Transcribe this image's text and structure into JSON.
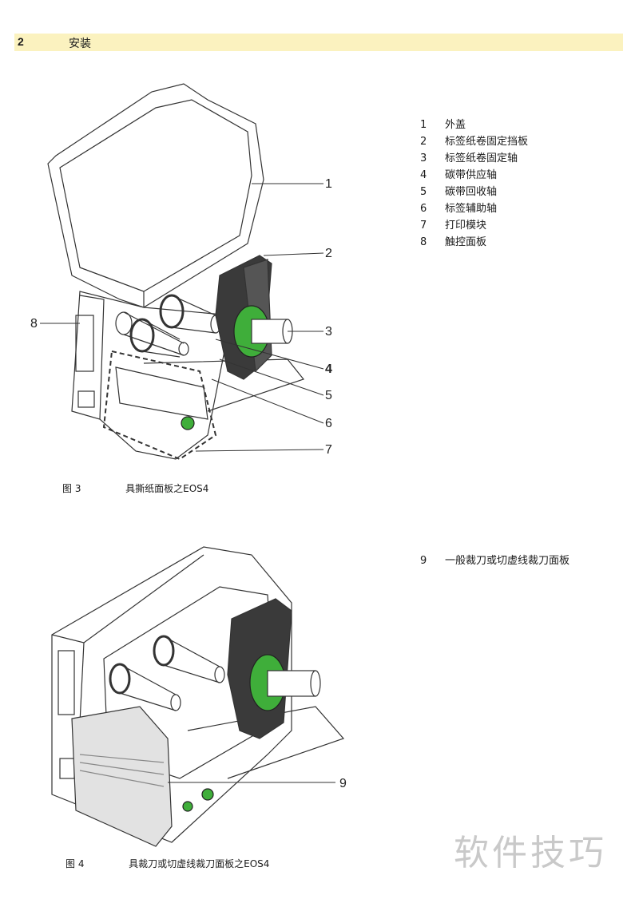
{
  "section": {
    "number": "2",
    "title": "安装"
  },
  "figure3": {
    "caption_label": "图 3",
    "caption_text": "具撕纸面板之EOS4",
    "callouts": [
      "1",
      "2",
      "3",
      "4",
      "5",
      "6",
      "7",
      "8"
    ]
  },
  "legend3": [
    {
      "num": "1",
      "text": "外盖"
    },
    {
      "num": "2",
      "text": "标签纸卷固定挡板"
    },
    {
      "num": "3",
      "text": "标签纸卷固定轴"
    },
    {
      "num": "4",
      "text": "碳带供应轴"
    },
    {
      "num": "5",
      "text": "碳带回收轴"
    },
    {
      "num": "6",
      "text": "标签辅助轴"
    },
    {
      "num": "7",
      "text": "打印模块"
    },
    {
      "num": "8",
      "text": "触控面板"
    }
  ],
  "figure4": {
    "caption_label": "图 4",
    "caption_text": "具裁刀或切虚线裁刀面板之EOS4",
    "callouts": [
      "9"
    ]
  },
  "legend4": [
    {
      "num": "9",
      "text": "一般裁刀或切虚线裁刀面板"
    }
  ],
  "watermark": "软件技巧",
  "colors": {
    "section_bar": "#fbf2bf",
    "accent_green": "#3fae3a",
    "line": "#333333"
  }
}
